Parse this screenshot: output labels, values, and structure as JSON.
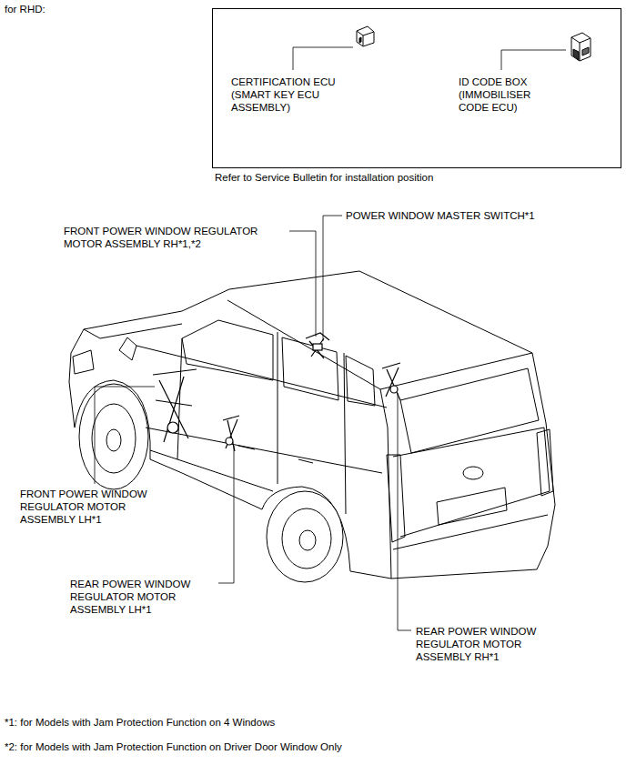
{
  "diagram": {
    "nodes": [
      {
        "text": [
          "CERTIFICATION ECU (SMART KEY ECU ASSEMBLY)",
          "ID CODE BOX (IMMOBILISER CODE ECU)"
        ]
      }
    ],
    "labels": [
      "for RHD:",
      "Refer to Service Bulletin for installation position",
      "POWER WINDOW MASTER SWITCH*1",
      "FRONT POWER WINDOW REGULATOR MOTOR ASSEMBLY RH*1,*2",
      "FRONT POWER WINDOW REGULATOR MOTOR ASSEMBLY LH*1",
      "REAR POWER WINDOW REGULATOR MOTOR ASSEMBLY LH*1",
      "REAR POWER WINDOW REGULATOR MOTOR ASSEMBLY RH*1",
      "*1: for Models with Jam Protection Function on 4 Windows",
      "*2: for Models with Jam Protection Function on Driver Door Window Only"
    ]
  }
}
